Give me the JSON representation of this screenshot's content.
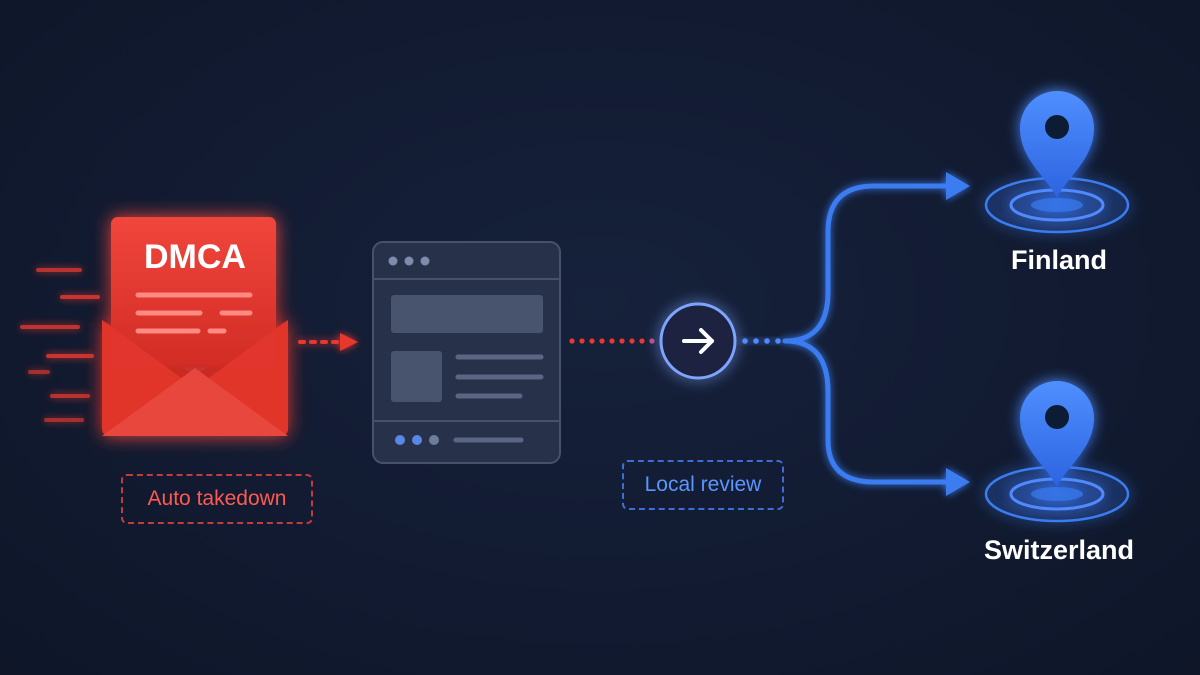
{
  "notice": {
    "title": "DMCA"
  },
  "labels": {
    "auto_takedown": "Auto takedown",
    "local_review": "Local review"
  },
  "destinations": [
    {
      "name": "Finland"
    },
    {
      "name": "Switzerland"
    }
  ],
  "colors": {
    "background": "#111a30",
    "red_accent": "#e8392f",
    "blue_accent": "#3a7bf0",
    "window_panel": "#27324a"
  },
  "icons": {
    "notice": "envelope-with-letter-icon",
    "site": "browser-window-icon",
    "router": "arrow-right-circle-icon",
    "location": "map-pin-icon"
  }
}
